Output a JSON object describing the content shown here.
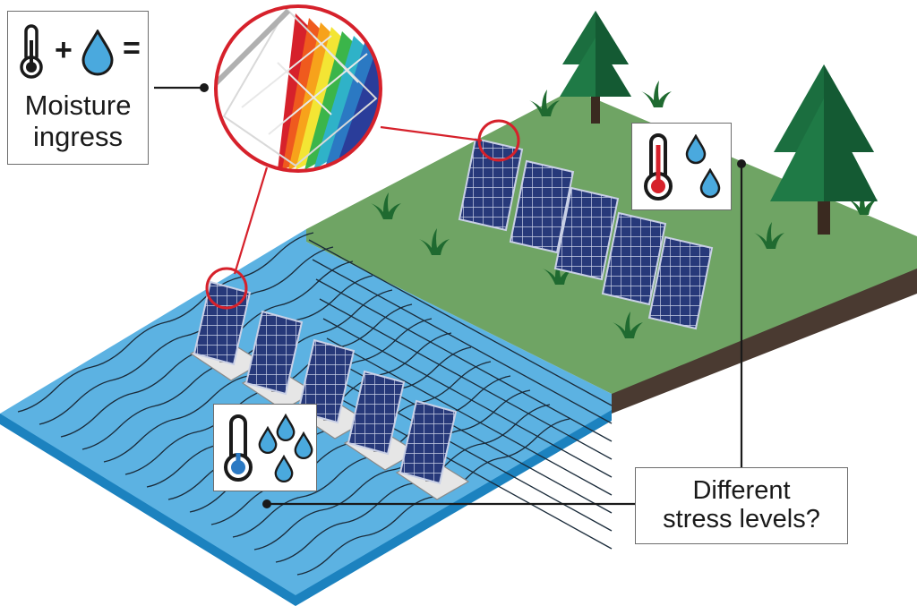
{
  "legend": {
    "plus": "+",
    "equals": "=",
    "caption_line1": "Moisture",
    "caption_line2": "ingress",
    "icons": [
      "thermometer-icon",
      "water-drop-icon"
    ]
  },
  "question": {
    "line1": "Different",
    "line2": "stress levels?"
  },
  "land_icon": {
    "icons": [
      "thermometer-hot-icon",
      "water-drop-icon",
      "water-drop-icon"
    ]
  },
  "water_icon": {
    "icons": [
      "thermometer-cold-icon",
      "water-drop-icon",
      "water-drop-icon",
      "water-drop-icon",
      "water-drop-icon"
    ]
  },
  "colors": {
    "grass": "#6fa464",
    "soil": "#4a3a31",
    "water": "#5cb2e2",
    "water_dark": "#1c82bf",
    "panel": "#27397a",
    "tree": "#1b6e3f",
    "highlight": "#d6212b",
    "drop": "#4aa9de"
  }
}
